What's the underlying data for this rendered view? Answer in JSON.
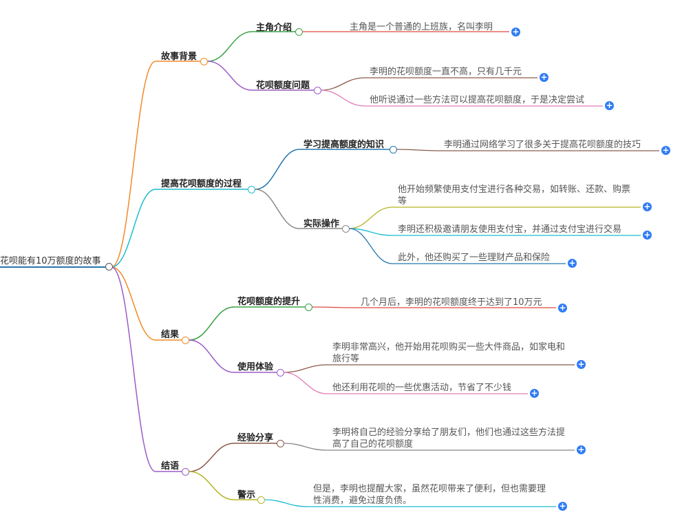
{
  "root": {
    "title": "花呗能有10万额度的故事"
  },
  "branches": [
    {
      "label": "故事背景",
      "color": "#f08a24",
      "children": [
        {
          "label": "主角介绍",
          "color": "#3aa346",
          "leaves": [
            {
              "text": "主角是一个普通的上班族，名叫李明",
              "color": "#e0483f"
            }
          ]
        },
        {
          "label": "花呗额度问题",
          "color": "#9a5cc6",
          "leaves": [
            {
              "text": "李明的花呗额度一直不高，只有几千元",
              "color": "#8a5a4a"
            },
            {
              "text": "他听说通过一些方法可以提高花呗额度，于是决定尝试",
              "color": "#e07ab8"
            }
          ]
        }
      ]
    },
    {
      "label": "提高花呗额度的过程",
      "color": "#1bbcd1",
      "children": [
        {
          "label": "学习提高额度的知识",
          "color": "#2577ad",
          "leaves": [
            {
              "text": "李明通过网络学习了很多关于提高花呗额度的技巧",
              "color": "#8a5a4a"
            }
          ]
        },
        {
          "label": "实际操作",
          "color": "#888888",
          "leaves": [
            {
              "text": "他开始频繁使用支付宝进行各种交易，如转账、还款、购票等",
              "color": "#b5b522"
            },
            {
              "text": "李明还积极邀请朋友使用支付宝，并通过支付宝进行交易",
              "color": "#1bbcd1"
            },
            {
              "text": "此外，他还购买了一些理财产品和保险",
              "color": "#2577ad"
            }
          ]
        }
      ]
    },
    {
      "label": "结果",
      "color": "#f08a24",
      "children": [
        {
          "label": "花呗额度的提升",
          "color": "#3aa346",
          "leaves": [
            {
              "text": "几个月后，李明的花呗额度终于达到了10万元",
              "color": "#e0483f"
            }
          ]
        },
        {
          "label": "使用体验",
          "color": "#9a5cc6",
          "leaves": [
            {
              "text": "李明非常高兴，他开始用花呗购买一些大件商品，如家电和旅行等",
              "color": "#8a5a4a"
            },
            {
              "text": "他还利用花呗的一些优惠活动，节省了不少钱",
              "color": "#e07ab8"
            }
          ]
        }
      ]
    },
    {
      "label": "结语",
      "color": "#9a5cc6",
      "children": [
        {
          "label": "经验分享",
          "color": "#8a5a4a",
          "leaves": [
            {
              "text": "李明将自己的经验分享给了朋友们，他们也通过这些方法提高了自己的花呗额度",
              "color": "#888888"
            }
          ]
        },
        {
          "label": "警示",
          "color": "#b5b522",
          "leaves": [
            {
              "text": "但是，李明也提醒大家，虽然花呗带来了便利，但也需要理性消费，避免过度负债。",
              "color": "#1bbcd1"
            }
          ]
        }
      ]
    }
  ]
}
